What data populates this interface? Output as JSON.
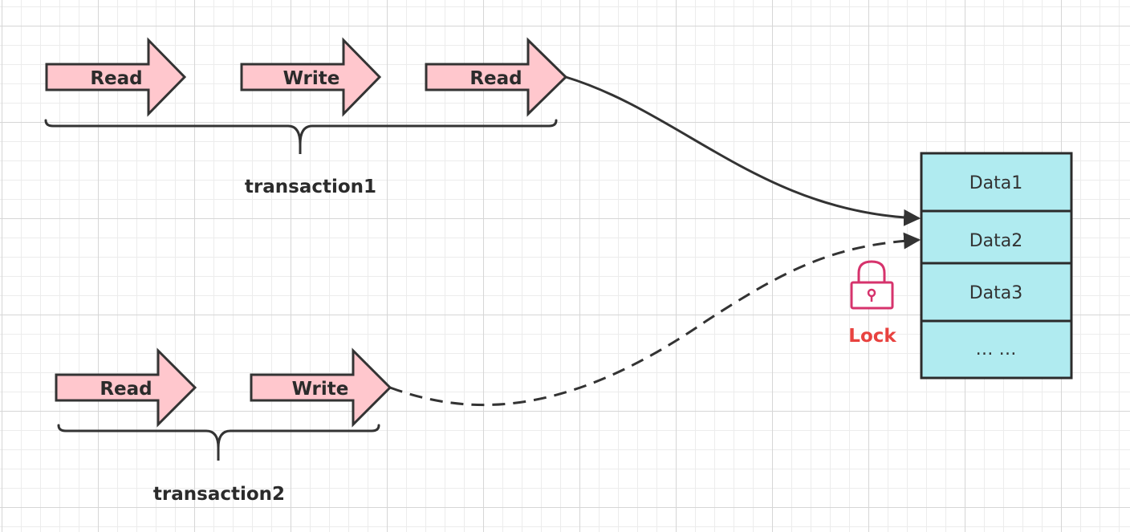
{
  "colors": {
    "arrow_fill": "#ffc7cd",
    "arrow_stroke": "#333333",
    "data_cell_fill": "#b0ebf0",
    "data_cell_stroke": "#2b2b2b",
    "lock_color": "#d6336c",
    "lock_label_color": "#e8423f",
    "connector": "#333333"
  },
  "transaction1": {
    "label": "transaction1",
    "steps": [
      "Read",
      "Write",
      "Read"
    ]
  },
  "transaction2": {
    "label": "transaction2",
    "steps": [
      "Read",
      "Write"
    ]
  },
  "data_table": {
    "cells": [
      "Data1",
      "Data2",
      "Data3",
      "… …"
    ]
  },
  "lock": {
    "icon": "lock-icon",
    "label": "Lock"
  },
  "connectors": [
    {
      "from": "transaction1 Read",
      "to": "Data2",
      "style": "solid"
    },
    {
      "from": "transaction2 Write",
      "to": "Data2",
      "style": "dashed"
    }
  ]
}
